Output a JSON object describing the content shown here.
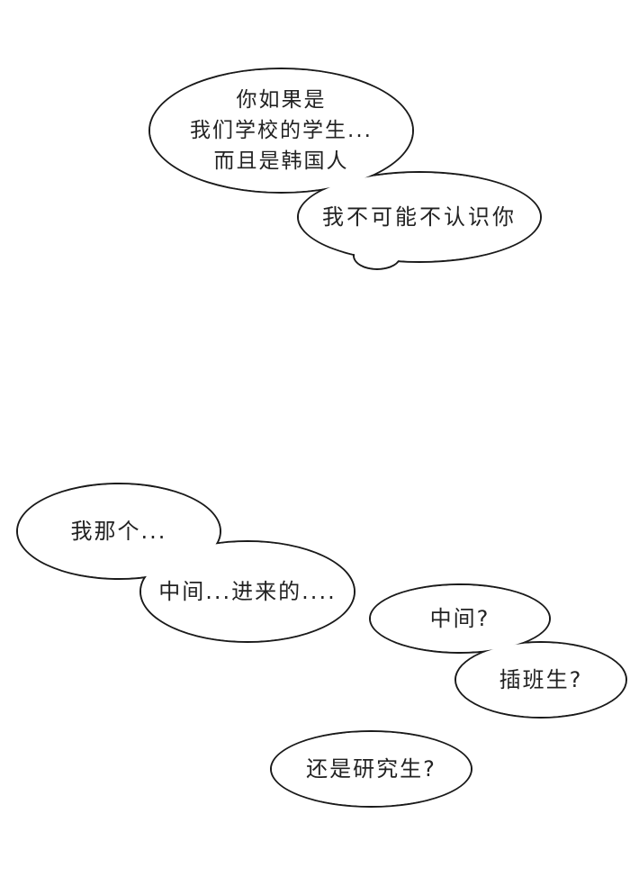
{
  "page": {
    "type": "comic-page",
    "background_color": "#ffffff",
    "line_color": "#1a1a1a",
    "text_color": "#222222"
  },
  "bubbles": [
    {
      "name": "bubble-if-you-were",
      "lines": [
        "你如果是",
        "我们学校的学生...",
        "而且是韩国人"
      ]
    },
    {
      "name": "bubble-would-recognize",
      "lines": [
        "我不可能不认识你"
      ]
    },
    {
      "name": "bubble-well-i",
      "lines": [
        "我那个..."
      ]
    },
    {
      "name": "bubble-came-in-middle",
      "lines": [
        "中间...进来的...."
      ]
    },
    {
      "name": "bubble-middle-question",
      "lines": [
        "中间?"
      ]
    },
    {
      "name": "bubble-transfer-student",
      "lines": [
        "插班生?"
      ]
    },
    {
      "name": "bubble-grad-student",
      "lines": [
        "还是研究生?"
      ]
    }
  ]
}
